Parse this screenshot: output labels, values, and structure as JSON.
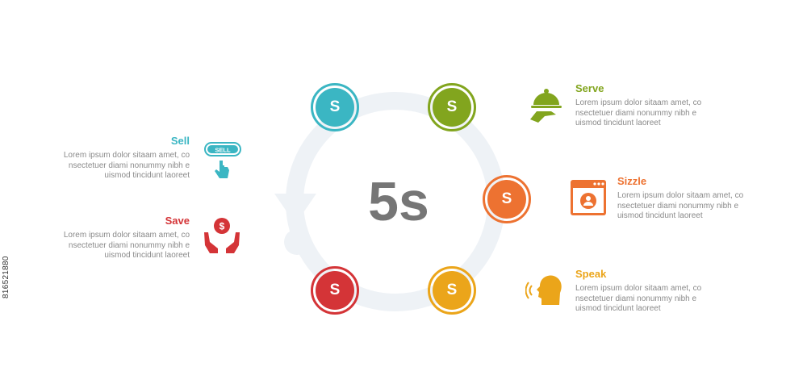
{
  "diagram": {
    "center_title": "5s",
    "items": [
      {
        "key": "sell",
        "title": "Sell",
        "color": "#3bb6c3",
        "node_letter": "S",
        "icon": "sell-button-tap-icon",
        "desc": [
          "Lorem ipsum dolor sitaam amet, co",
          "nsectetuer diami nonummy  nibh e",
          "uismod tincidunt laoreet"
        ]
      },
      {
        "key": "serve",
        "title": "Serve",
        "color": "#82a51e",
        "node_letter": "S",
        "icon": "serving-cloche-icon",
        "desc": [
          "Lorem ipsum dolor sitaam amet, co",
          "nsectetuer diami nonummy  nibh e",
          "uismod tincidunt laoreet"
        ]
      },
      {
        "key": "sizzle",
        "title": "Sizzle",
        "color": "#ed7231",
        "node_letter": "S",
        "icon": "browser-profile-icon",
        "desc": [
          "Lorem ipsum dolor sitaam amet, co",
          "nsectetuer diami nonummy  nibh e",
          "uismod tincidunt laoreet"
        ]
      },
      {
        "key": "speak",
        "title": "Speak",
        "color": "#eba51a",
        "node_letter": "S",
        "icon": "speaking-head-icon",
        "desc": [
          "Lorem ipsum dolor sitaam amet, co",
          "nsectetuer diami nonummy  nibh e",
          "uismod tincidunt laoreet"
        ]
      },
      {
        "key": "save",
        "title": "Save",
        "color": "#d43437",
        "node_letter": "S",
        "icon": "hands-coin-icon",
        "desc": [
          "Lorem ipsum dolor sitaam amet, co",
          "nsectetuer diami nonummy  nibh e",
          "uismod tincidunt laoreet"
        ]
      }
    ],
    "sell_button_text": "SELL",
    "coin_symbol": "$",
    "ring_color": "#eef2f6"
  },
  "stock_id": "816521880"
}
